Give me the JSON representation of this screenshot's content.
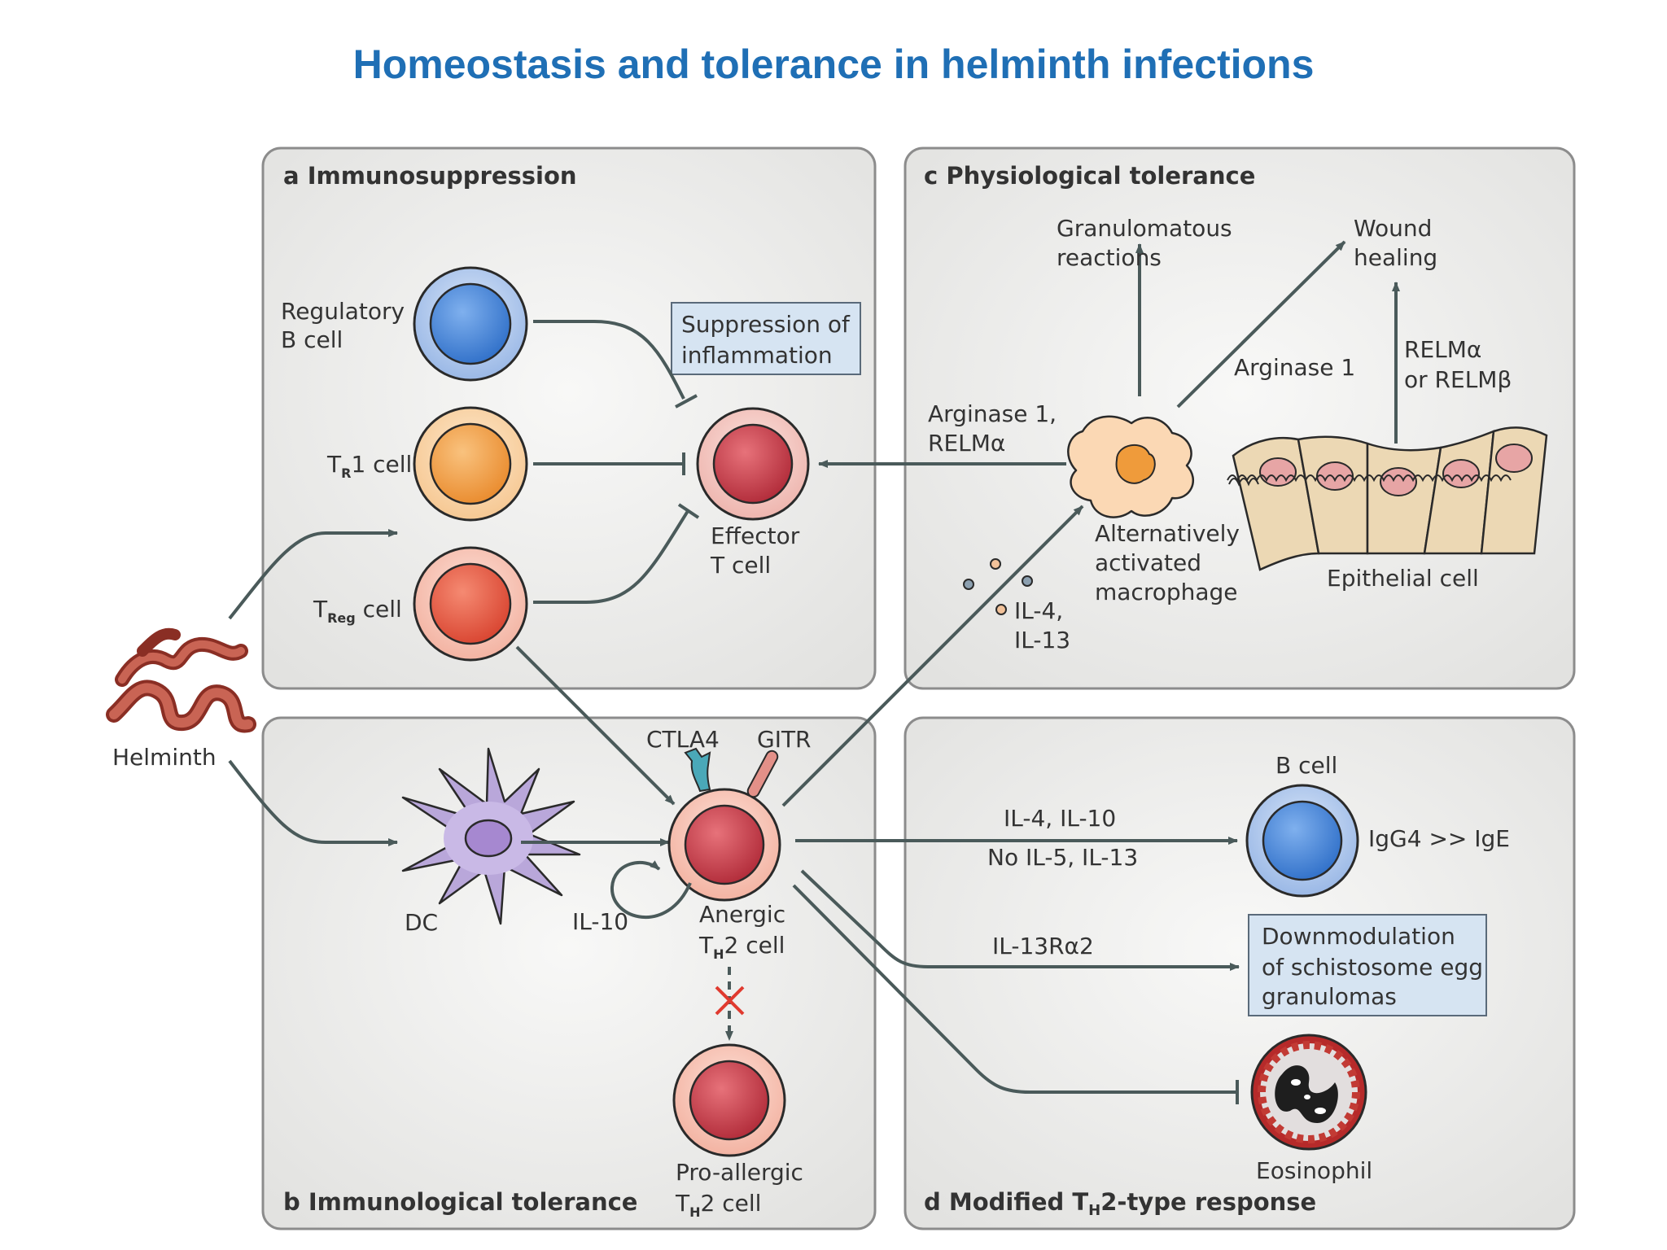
{
  "title": "Homeostasis and tolerance in helminth infections",
  "panels": {
    "a": {
      "letter": "a",
      "label": "Immunosuppression"
    },
    "b": {
      "letter": "b",
      "label": "Immunological tolerance"
    },
    "c": {
      "letter": "c",
      "label": "Physiological tolerance"
    },
    "d": {
      "letter": "d",
      "label": "Modified T",
      "label_sub": "H",
      "label_end": "2-type response"
    }
  },
  "cells": {
    "regulatory_b": [
      "Regulatory",
      "B cell"
    ],
    "tr1": {
      "pre": "T",
      "sub": "R",
      "post": "1 cell"
    },
    "treg": {
      "pre": "T",
      "sub": "Reg",
      "post": " cell"
    },
    "effector": [
      "Effector",
      "T cell"
    ],
    "helminth": "Helminth",
    "dc": "DC",
    "anergic": {
      "line1": "Anergic",
      "pre": "T",
      "sub": "H",
      "post": "2 cell"
    },
    "proallergic": {
      "line1": "Pro-allergic",
      "pre": "T",
      "sub": "H",
      "post": "2 cell"
    },
    "macrophage": [
      "Alternatively",
      "activated",
      "macrophage"
    ],
    "epithelial": "Epithelial cell",
    "b_cell": "B cell",
    "eosinophil": "Eosinophil"
  },
  "labels": {
    "suppression": [
      "Suppression of",
      "inflammation"
    ],
    "granulomatous": [
      "Granulomatous",
      "reactions"
    ],
    "wound": [
      "Wound",
      "healing"
    ],
    "arginase1": "Arginase 1",
    "relm": [
      "RELMα",
      "or RELMβ"
    ],
    "arginase_relm": [
      "Arginase 1,",
      "RELMα"
    ],
    "il4_il13": [
      "IL-4,",
      "IL-13"
    ],
    "ctla4": "CTLA4",
    "gitr": "GITR",
    "il10": "IL-10",
    "il4_il10": "IL-4, IL-10",
    "no_il5": "No IL-5, IL-13",
    "il13ra2": "IL-13Rα2",
    "igg4": "IgG4 >> IgE",
    "downmod": [
      "Downmodulation",
      "of schistosome egg",
      "granulomas"
    ]
  },
  "colors": {
    "title": "#1f6fb5",
    "panel_fill": "#ebebea",
    "panel_stroke": "#8c8c8c",
    "arrow": "#4a5a5a",
    "blue_cell": "#3a7fd0",
    "orange_cell": "#f0a550",
    "red_cell": "#d24a4a",
    "effector_cell": "#c23a44",
    "box_fill": "#d6e4f2",
    "box_stroke": "#5a6a7a"
  }
}
